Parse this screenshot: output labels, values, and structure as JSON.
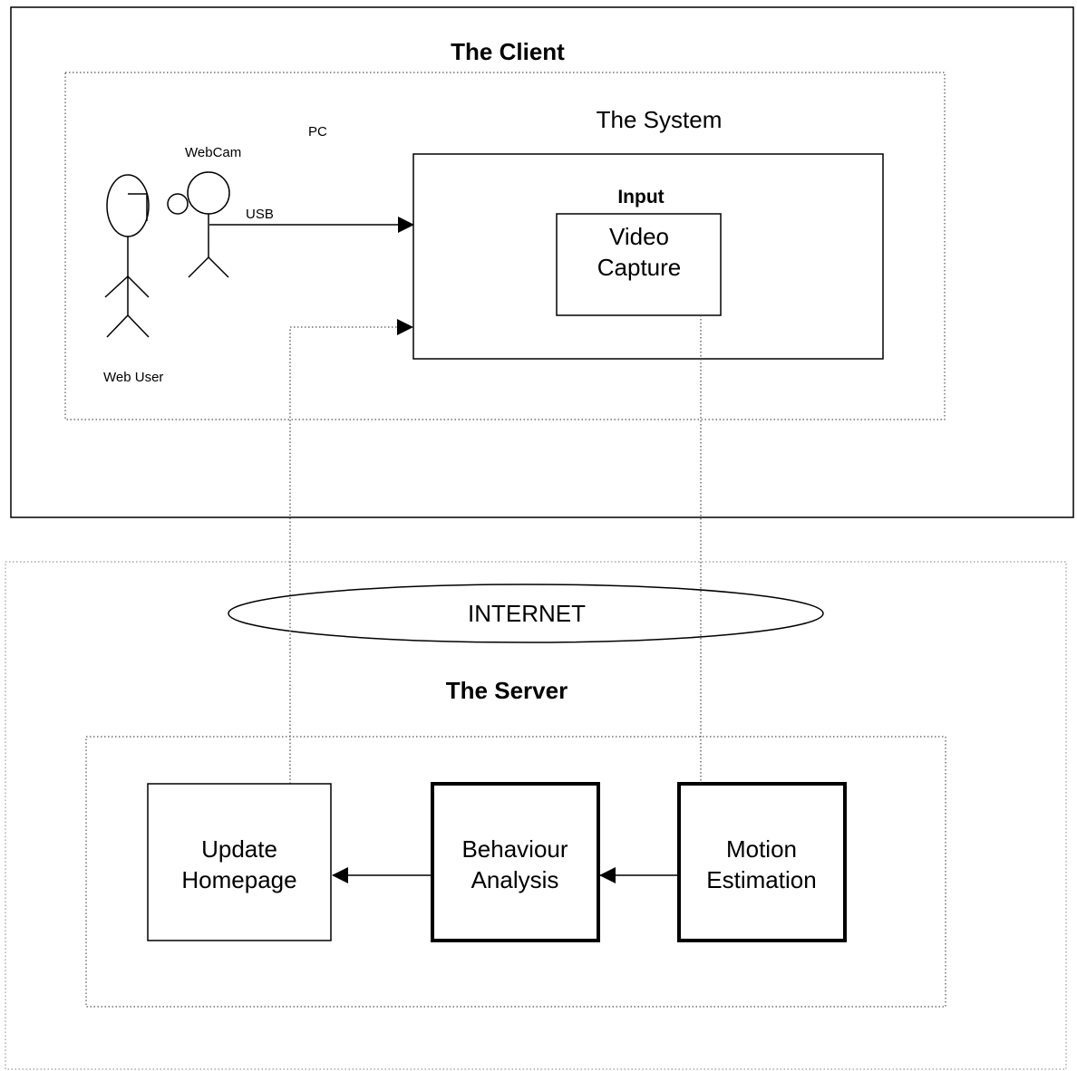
{
  "client": {
    "title": "The Client",
    "system_title": "The System",
    "pc_label": "PC",
    "webcam_label": "WebCam",
    "web_user_label": "Web User",
    "usb_label": "USB",
    "input_label": "Input",
    "video_capture": [
      "Video",
      "Capture"
    ]
  },
  "internet_label": "INTERNET",
  "server": {
    "title": "The Server",
    "update_homepage": [
      "Update",
      "Homepage"
    ],
    "behaviour_analysis": [
      "Behaviour",
      "Analysis"
    ],
    "motion_estimation": [
      "Motion",
      "Estimation"
    ]
  }
}
